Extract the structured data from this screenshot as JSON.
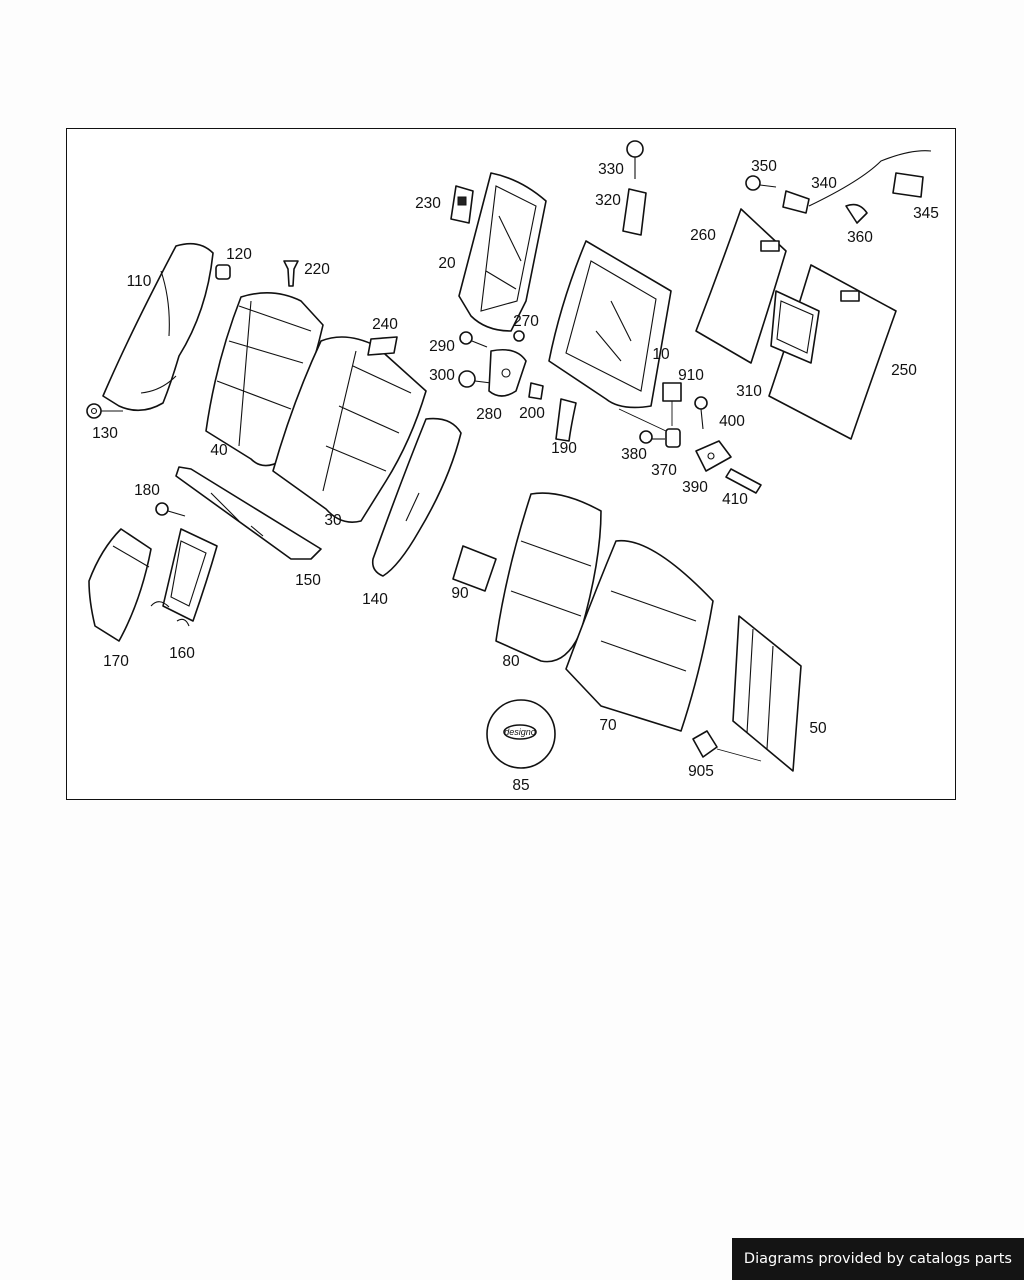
{
  "diagram": {
    "part_labels": {
      "p10": "10",
      "p20": "20",
      "p30": "30",
      "p40": "40",
      "p50": "50",
      "p70": "70",
      "p80": "80",
      "p85": "85",
      "p90": "90",
      "p110": "110",
      "p120": "120",
      "p130": "130",
      "p140": "140",
      "p150": "150",
      "p160": "160",
      "p170": "170",
      "p180": "180",
      "p190": "190",
      "p200": "200",
      "p220": "220",
      "p230": "230",
      "p240": "240",
      "p250": "250",
      "p260": "260",
      "p270": "270",
      "p280": "280",
      "p290": "290",
      "p300": "300",
      "p310": "310",
      "p320": "320",
      "p330": "330",
      "p340": "340",
      "p345": "345",
      "p350": "350",
      "p360": "360",
      "p370": "370",
      "p380": "380",
      "p390": "390",
      "p400": "400",
      "p410": "410",
      "p905": "905",
      "p910": "910"
    },
    "badge_logo_text": "designo"
  },
  "footer": {
    "credit": "Diagrams provided by catalogs parts"
  }
}
